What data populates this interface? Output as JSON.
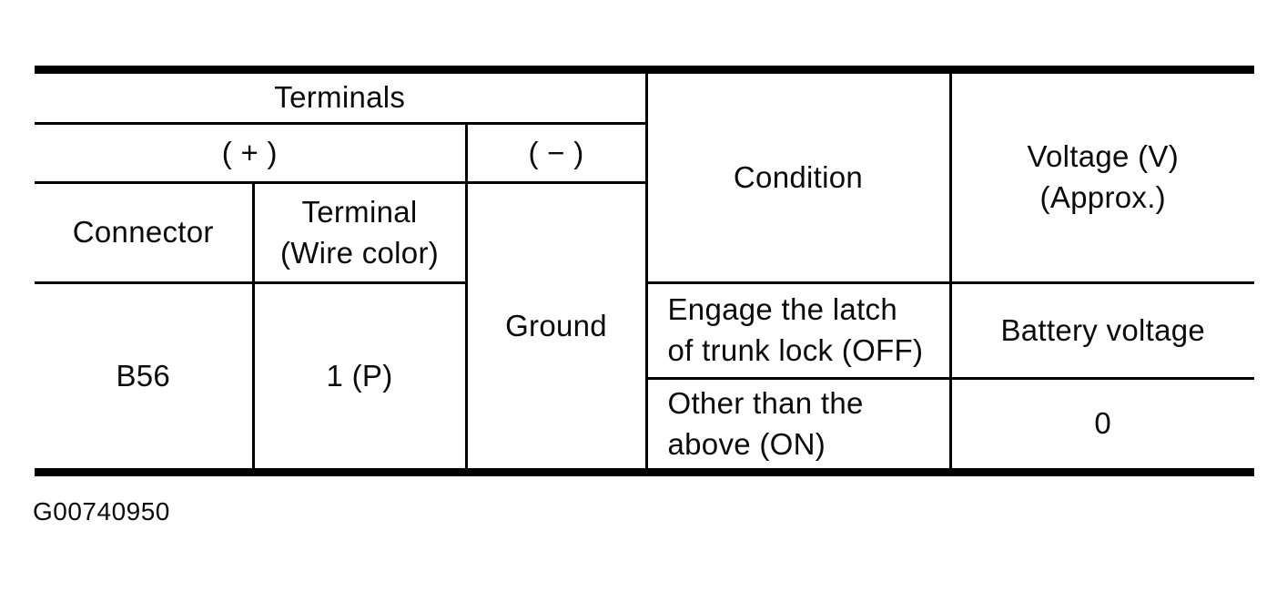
{
  "table": {
    "headers": {
      "terminals": "Terminals",
      "plus": "( + )",
      "minus": "( − )",
      "connector": "Connector",
      "terminal_wire_color": "Terminal\n(Wire color)",
      "condition": "Condition",
      "voltage": "Voltage (V)\n(Approx.)"
    },
    "ground": "Ground",
    "connector_value": "B56",
    "terminal_value": "1 (P)",
    "rows": [
      {
        "condition": "Engage the latch\nof trunk lock (OFF)",
        "voltage": "Battery voltage"
      },
      {
        "condition": "Other than the\nabove (ON)",
        "voltage": "0"
      }
    ]
  },
  "figure_id": "G00740950",
  "colors": {
    "line": "#000000",
    "text": "#0b0b0b",
    "background": "#ffffff"
  }
}
